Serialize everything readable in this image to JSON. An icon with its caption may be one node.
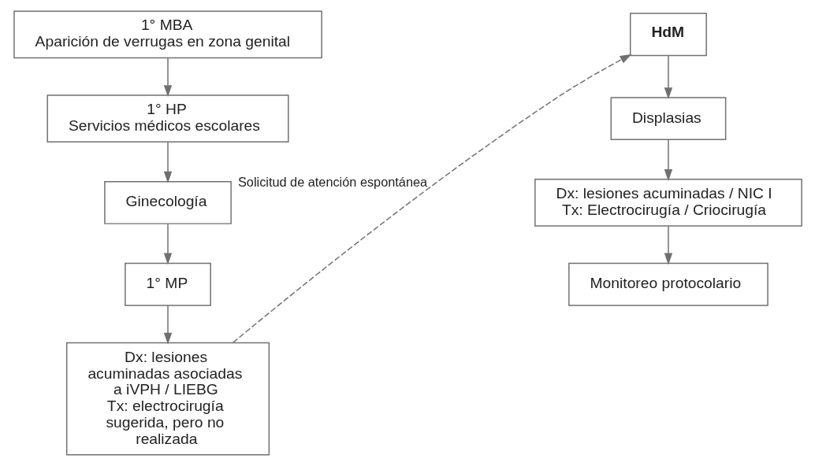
{
  "diagram": {
    "nodes": [
      {
        "text": [
          "1° MBA",
          "Aparición de verrugas en zona genital"
        ]
      },
      {
        "text": [
          "1° HP",
          "Servicios médicos escolares"
        ]
      },
      {
        "text": [
          "Ginecología"
        ]
      },
      {
        "text": [
          "1° MP"
        ]
      },
      {
        "text": [
          "Dx: lesiones acuminadas asociadas a iVPH / LIEBG",
          "Tx: electrocirugía sugerida, pero no realizada"
        ]
      },
      {
        "text": [
          "HdM"
        ]
      },
      {
        "text": [
          "Displasias"
        ]
      },
      {
        "text": [
          "Dx: lesiones acuminadas / NIC I",
          "Tx: Electrocirugía / Criocirugía"
        ]
      },
      {
        "text": [
          "Monitoreo protocolario"
        ]
      }
    ],
    "edges": [
      {
        "from": 0,
        "to": 1,
        "arrow": "to"
      },
      {
        "from": 1,
        "to": 2,
        "arrow": "to"
      },
      {
        "from": 2,
        "to": 3,
        "arrow": "to"
      },
      {
        "from": 3,
        "to": 4,
        "arrow": "to"
      },
      {
        "from": 4,
        "to": 5,
        "arrow": "to",
        "style": "dashed",
        "label": "Solicitud de atención espontánea"
      },
      {
        "from": 5,
        "to": 6,
        "arrow": "to"
      },
      {
        "from": 6,
        "to": 7,
        "arrow": "to"
      },
      {
        "from": 7,
        "to": 8,
        "arrow": "to"
      }
    ]
  }
}
